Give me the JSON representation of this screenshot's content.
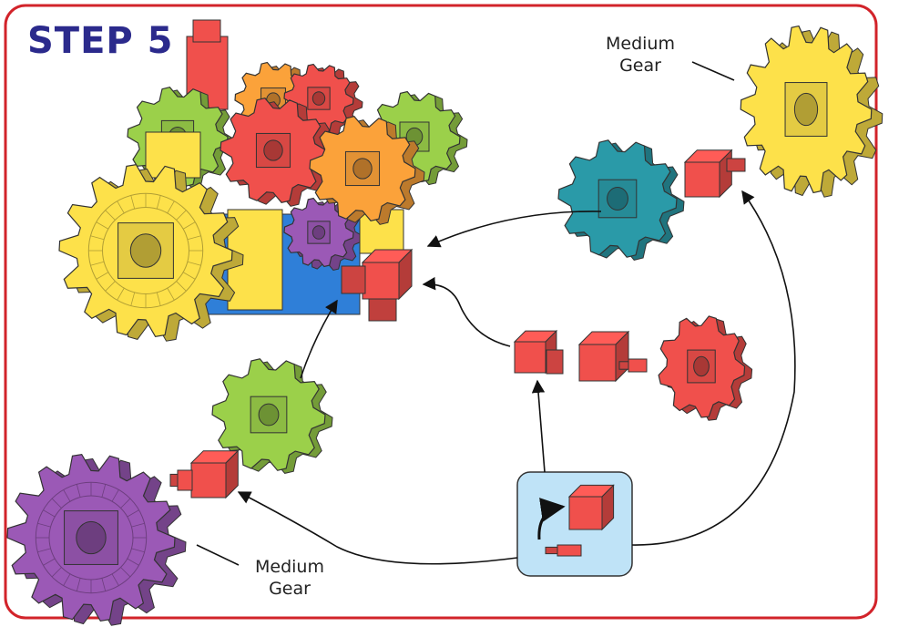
{
  "title": "STEP 5",
  "labels": {
    "top_right": {
      "line1": "Medium",
      "line2": "Gear"
    },
    "bottom_left": {
      "line1": "Medium",
      "line2": "Gear"
    }
  },
  "colors": {
    "frame": "#d2232a",
    "title": "#2b2a8c",
    "yellow": "#fde14a",
    "green": "#9bd04a",
    "red": "#f0504c",
    "orange": "#fba23a",
    "teal": "#2a9aa8",
    "purple": "#9b59b6",
    "blue": "#2f7fd8",
    "inset": "#bfe3f7"
  },
  "icons": [
    "yellow-medium-gear-icon",
    "teal-small-gear-icon",
    "red-small-gear-icon",
    "green-small-gear-icon",
    "purple-medium-gear-icon",
    "connector-cube-icon",
    "rotate-arrow-icon"
  ]
}
